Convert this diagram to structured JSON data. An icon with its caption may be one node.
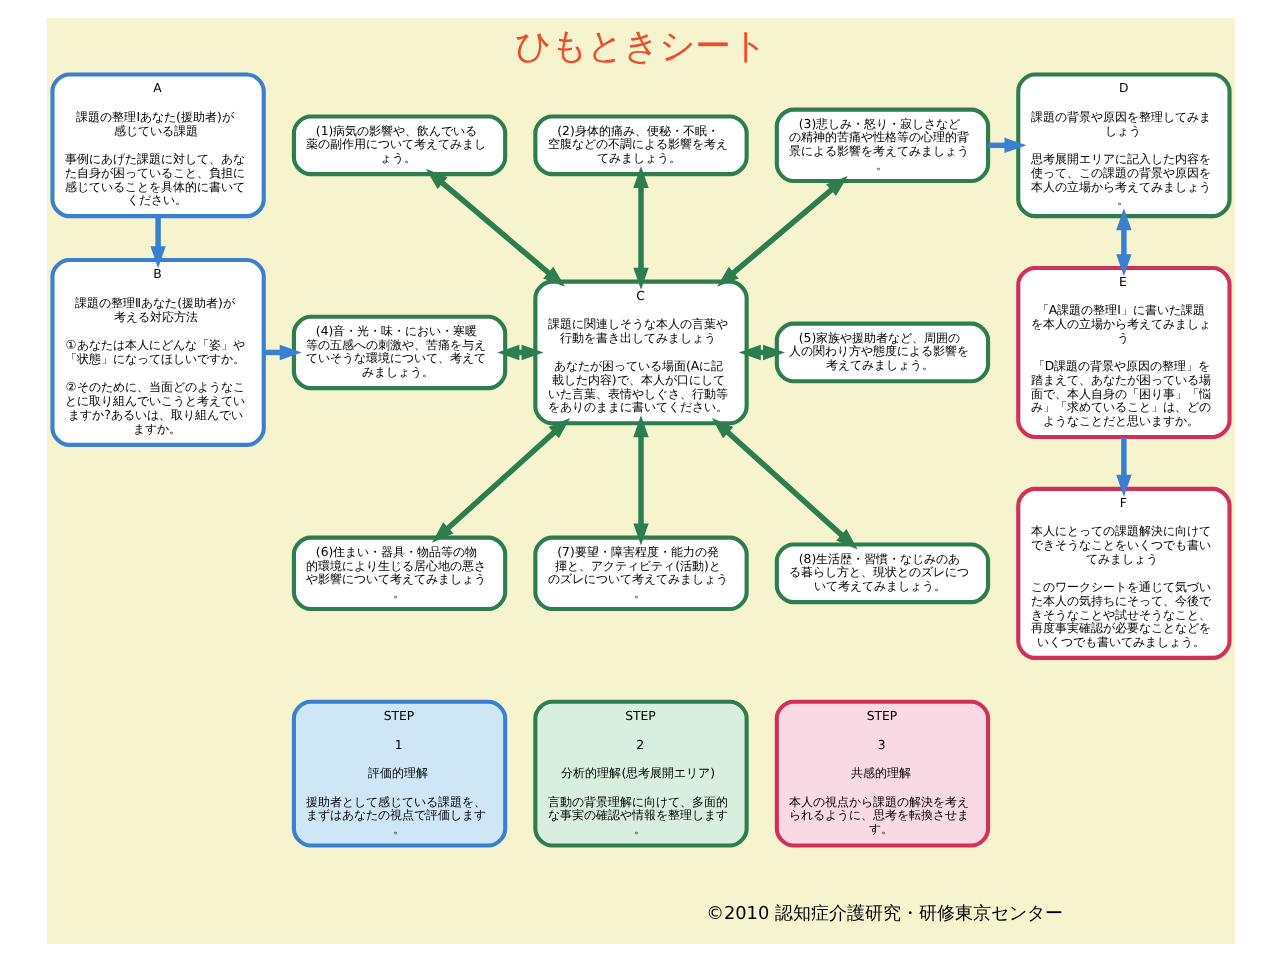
{
  "diagram": {
    "title": "ひもときシート",
    "nodes": [
      {
        "text": [
          "A",
          "課題の整理Ⅰあなた(援助者)が感じている課題",
          "事例にあげた課題に対して、あなた自身が困っていること、負担に感じていることを具体的に書いてください。"
        ]
      },
      {
        "text": [
          "B",
          "課題の整理Ⅱあなた(援助者)が考える対応方法",
          "①あなたは本人にどんな「姿」や「状態」になってほしいですか。",
          "②そのために、当面どのようなことに取り組んでいこうと考えていますか?あるいは、取り組んでいますか。"
        ]
      },
      {
        "text": [
          "(1)病気の影響や、飲んでいる薬の副作用について考えてみましょう。"
        ]
      },
      {
        "text": [
          "(2)身体的痛み、便秘・不眠・空腹などの不調による影響を考えてみましょう。"
        ]
      },
      {
        "text": [
          "(3)悲しみ・怒り・寂しさなどの精神的苦痛や性格等の心理的背景による影響を考えてみましょう。"
        ]
      },
      {
        "text": [
          "(4)音・光・味・におい・寒暖等の五感への刺激や、苦痛を与えていそうな環境について、考えてみましょう。"
        ]
      },
      {
        "text": [
          "C",
          "課題に関連しそうな本人の言葉や行動を書き出してみましょう",
          "あなたが困っている場面(Aに記載した内容)で、本人が口にしていた言葉、表情やしぐさ、行動等をありのままに書いてください。"
        ]
      },
      {
        "text": [
          "(5)家族や援助者など、周囲の人の関わり方や態度による影響を考えてみましょう。"
        ]
      },
      {
        "text": [
          "(6)住まい・器具・物品等の物的環境により生じる居心地の悪さや影響について考えてみましょう。"
        ]
      },
      {
        "text": [
          "(7)要望・障害程度・能力の発揮と、アクティビティ(活動)とのズレについて考えてみましょう。"
        ]
      },
      {
        "text": [
          "(8)生活歴・習慣・なじみのある暮らし方と、現状とのズレについて考えてみましょう。"
        ]
      },
      {
        "text": [
          "D",
          "課題の背景や原因を整理してみましょう",
          "思考展開エリアに記入した内容を使って、この課題の背景や原因を本人の立場から考えてみましょう。"
        ]
      },
      {
        "text": [
          "E",
          "「A課題の整理Ⅰ」に書いた課題を本人の立場から考えてみましょう",
          "「D課題の背景や原因の整理」を踏まえて、あなたが困っている場面で、本人自身の「困り事」「悩み」「求めていること」は、どのようなことだと思いますか。"
        ]
      },
      {
        "text": [
          "F",
          "本人にとっての課題解決に向けてできそうなことをいくつでも書いてみましょう",
          "このワークシートを通じて気づいた本人の気持ちにそって、今後できそうなことや試せそうなこと、再度事実確認が必要なことなどをいくつでも書いてみましょう。"
        ]
      },
      {
        "text": [
          "STEP",
          "1",
          "評価的理解",
          "援助者として感じている課題を、まずはあなたの視点で評価します。"
        ]
      },
      {
        "text": [
          "STEP",
          "2",
          "分析的理解(思考展開エリア)",
          "言動の背景理解に向けて、多面的な事実の確認や情報を整理します。"
        ]
      },
      {
        "text": [
          "STEP",
          "3",
          "共感的理解",
          "本人の視点から課題の解決を考えられるように、思考を転換させます。"
        ]
      }
    ],
    "edges": [
      {
        "from": 0,
        "to": 1,
        "arrow": "to",
        "color": "#3a7fd0"
      },
      {
        "from": 1,
        "to": 5,
        "arrow": "to",
        "color": "#3a7fd0"
      },
      {
        "from": 2,
        "to": 6,
        "arrow": "both"
      },
      {
        "from": 3,
        "to": 6,
        "arrow": "both"
      },
      {
        "from": 4,
        "to": 6,
        "arrow": "both"
      },
      {
        "from": 5,
        "to": 6,
        "arrow": "both"
      },
      {
        "from": 6,
        "to": 7,
        "arrow": "both"
      },
      {
        "from": 8,
        "to": 6,
        "arrow": "both"
      },
      {
        "from": 9,
        "to": 6,
        "arrow": "both"
      },
      {
        "from": 10,
        "to": 6,
        "arrow": "both"
      },
      {
        "from": 4,
        "to": 11,
        "arrow": "to",
        "color": "#3a7fd0"
      },
      {
        "from": 11,
        "to": 12,
        "arrow": "both",
        "color": "#3a7fd0"
      },
      {
        "from": 12,
        "to": 13,
        "arrow": "to",
        "color": "#3a7fd0"
      }
    ],
    "labels": [
      "©2010 認知症介護研究・研修東京センター"
    ]
  }
}
